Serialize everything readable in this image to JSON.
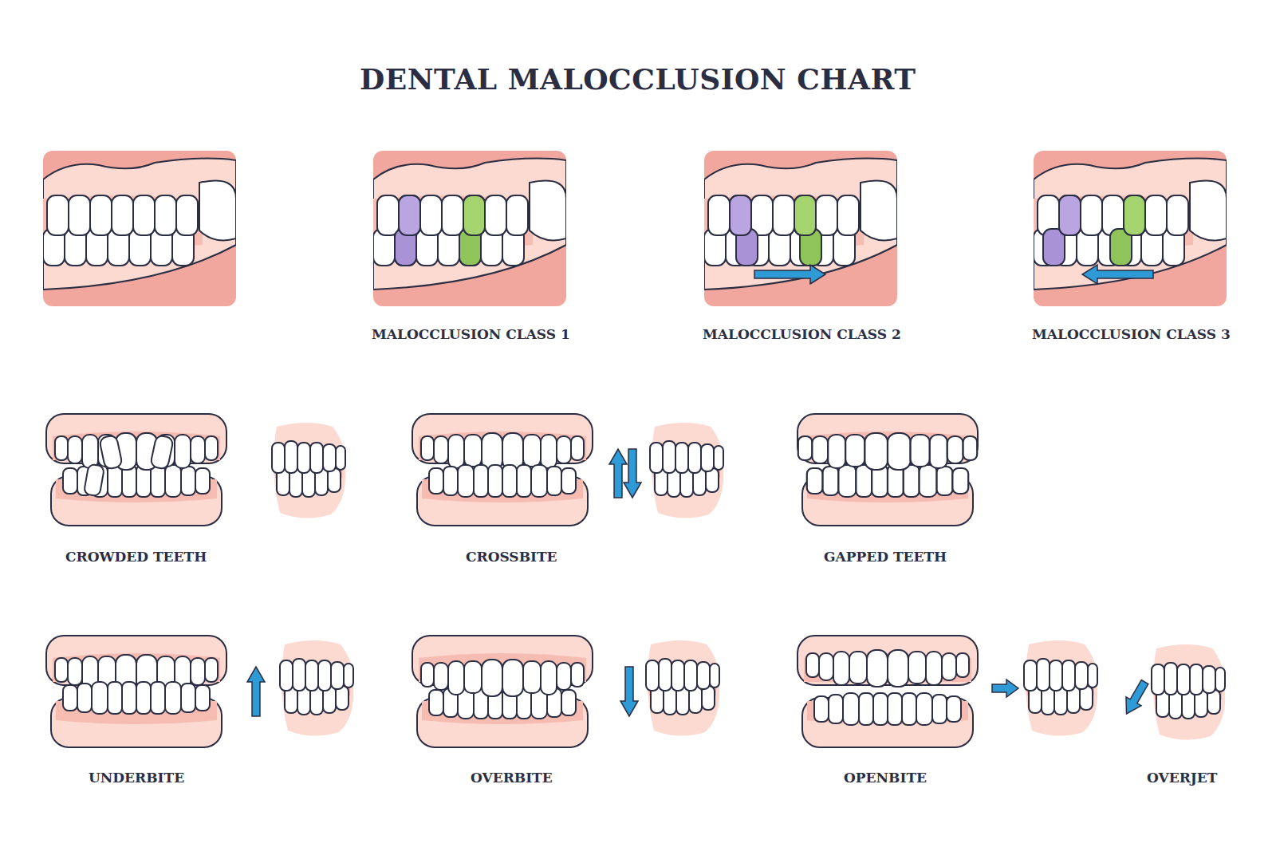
{
  "diagram": {
    "title": "DENTAL MALOCCLUSION CHART",
    "labels": [
      "MALOCCLUSION CLASS 1",
      "MALOCCLUSION CLASS 2",
      "MALOCCLUSION CLASS 3",
      "CROWDED TEETH",
      "CROSSBITE",
      "GAPPED TEETH",
      "UNDERBITE",
      "OVERBITE",
      "OPENBITE",
      "OVERJET"
    ]
  }
}
